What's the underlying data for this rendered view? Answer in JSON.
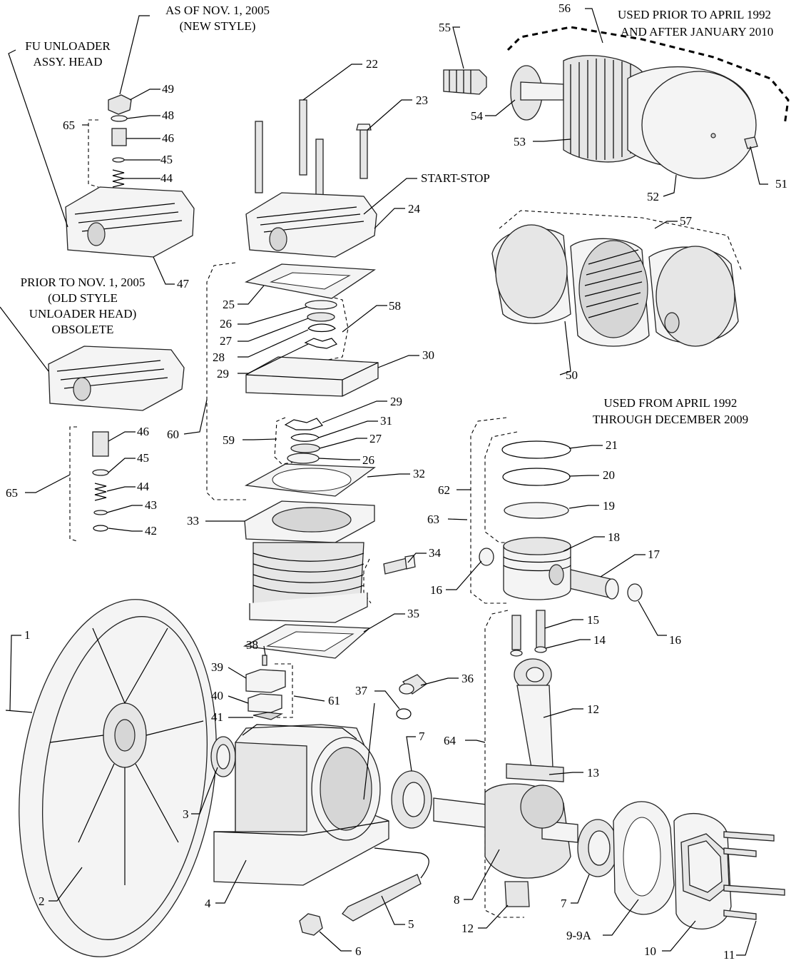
{
  "notes": {
    "as_of_line1": "AS OF NOV. 1, 2005",
    "as_of_line2": "(NEW STYLE)",
    "fu_line1": "FU UNLOADER",
    "fu_line2": "ASSY. HEAD",
    "prior_line1": "PRIOR TO NOV. 1, 2005",
    "prior_line2": "(OLD STYLE",
    "prior_line3": "UNLOADER HEAD)",
    "prior_line4": "OBSOLETE",
    "start_stop": "START-STOP",
    "used_prior_line1": "USED PRIOR TO APRIL 1992",
    "used_prior_line2": "AND AFTER JANUARY 2010",
    "used_from_line1": "USED FROM APRIL 1992",
    "used_from_line2": "THROUGH DECEMBER 2009"
  },
  "labels": {
    "p1": "1",
    "p2": "2",
    "p3": "3",
    "p4": "4",
    "p5": "5",
    "p6": "6",
    "p7a": "7",
    "p7b": "7",
    "p8": "8",
    "p9": "9-9A",
    "p10": "10",
    "p11": "11",
    "p12a": "12",
    "p12b": "12",
    "p13": "13",
    "p14": "14",
    "p15": "15",
    "p16a": "16",
    "p16b": "16",
    "p17": "17",
    "p18": "18",
    "p19": "19",
    "p20": "20",
    "p21": "21",
    "p22": "22",
    "p23": "23",
    "p24": "24",
    "p25": "25",
    "p26a": "26",
    "p26b": "26",
    "p27a": "27",
    "p27b": "27",
    "p28": "28",
    "p29a": "29",
    "p29b": "29",
    "p30": "30",
    "p31": "31",
    "p32": "32",
    "p33": "33",
    "p34": "34",
    "p35": "35",
    "p36": "36",
    "p37": "37",
    "p38": "38",
    "p39": "39",
    "p40": "40",
    "p41": "41",
    "p42": "42",
    "p43": "43",
    "p44a": "44",
    "p44b": "44",
    "p45a": "45",
    "p45b": "45",
    "p46a": "46",
    "p46b": "46",
    "p47": "47",
    "p48": "48",
    "p49": "49",
    "p50": "50",
    "p51": "51",
    "p52": "52",
    "p53": "53",
    "p54": "54",
    "p55": "55",
    "p56": "56",
    "p57": "57",
    "p58": "58",
    "p59": "59",
    "p60": "60",
    "p61": "61",
    "p62": "62",
    "p63": "63",
    "p64": "64",
    "p65a": "65",
    "p65b": "65"
  }
}
